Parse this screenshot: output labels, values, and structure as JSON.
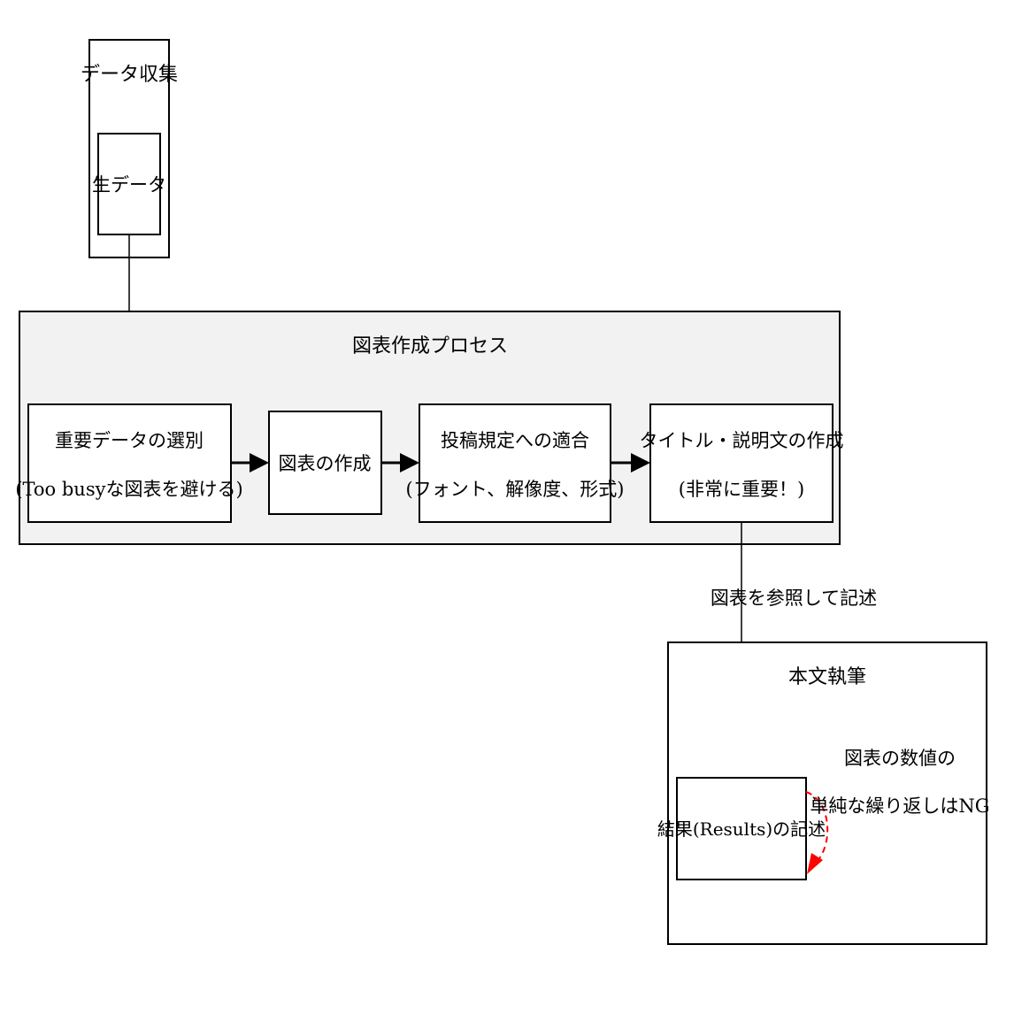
{
  "clusters": {
    "data_collection": "データ収集",
    "figure_process": "図表作成プロセス",
    "writing": "本文執筆"
  },
  "nodes": {
    "raw_data": "生データ",
    "select_data": [
      "重要データの選別",
      "(Too busyな図表を避ける)"
    ],
    "make_figure": "図表の作成",
    "conform": [
      "投稿規定への適合",
      "(フォント、解像度、形式)"
    ],
    "title_caption": [
      "タイトル・説明文の作成",
      "(非常に重要！)"
    ],
    "results": "結果(Results)の記述"
  },
  "edges": {
    "refer_label": "図表を参照して記述",
    "ng_note": [
      "図表の数値の",
      "単純な繰り返しはNG"
    ]
  },
  "colors": {
    "cluster_fill": "#f2f2f2",
    "ng_arrow": "#ff0000",
    "stroke": "#000000"
  }
}
